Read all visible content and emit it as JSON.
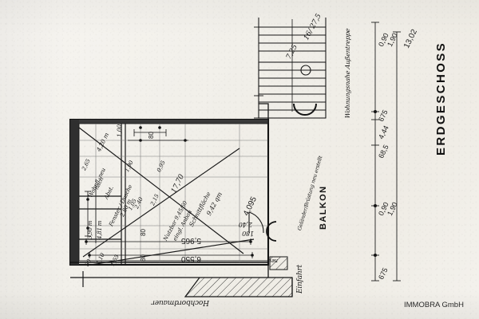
{
  "document": {
    "type": "architectural-floor-plan",
    "sheet_title": "ERDGESCHOSS",
    "publisher": "IMMOBRA GmbH",
    "medium": "hand-annotated scanned blueprint",
    "paper_color": "#f2f0ea",
    "ink_color": "#141414"
  },
  "rooms": {
    "balcony_label": "BALKON",
    "entrance_label": "Einfahrt",
    "wall_label": "Hochbordmauer",
    "stair_note": "Wohnungsnahe Außentreppe",
    "railing_note": "Geländer/Brüstung neu erstellt",
    "section_note": "Schnittfläche"
  },
  "stair": {
    "riser_spec": "16/ 27,5",
    "run_length": "7,25"
  },
  "right_dimensions": {
    "overall": "13,02",
    "chain_top": [
      "1,90",
      "0,90"
    ],
    "chain_mid": [
      "675",
      "4,44",
      "68,5"
    ],
    "chain_bottom": [
      "0,90",
      "1,90",
      "675"
    ]
  },
  "room_dimensions": {
    "bottom_outer": "6,550",
    "bottom_inner": "5,965",
    "right_vertical": "4,095",
    "door_opening": "2,40",
    "door_height": "180",
    "window_width": "80",
    "sill_a": "80",
    "sill_b": "80"
  },
  "handwritten_notes": {
    "n1": "17,70",
    "n2": "9,42 qm",
    "n3": "4,20 m",
    "n4": "Wohnfl. neu",
    "n5": "Nutzbar 9,45/60",
    "n6": "eingl. Anbau",
    "n7": "Fenster / Dusche",
    "n8": "2,80 m",
    "n9": "1,05",
    "n10": "2,40",
    "n11": "3,90 m",
    "n12": "4,81 m",
    "n13": "1,00",
    "n14": "1,90",
    "n15": "2,65",
    "n16": "0,95",
    "n17": "1,10",
    "n18": "80",
    "n19": "1,55",
    "n20": "Abst.",
    "n21": "nach",
    "n22": "2,15",
    "n23": "neu"
  },
  "colors": {
    "paper": "#f2f0ea",
    "ink": "#141414",
    "wall_fill": "#3a3a3a",
    "faint": "#6e6e6e"
  }
}
